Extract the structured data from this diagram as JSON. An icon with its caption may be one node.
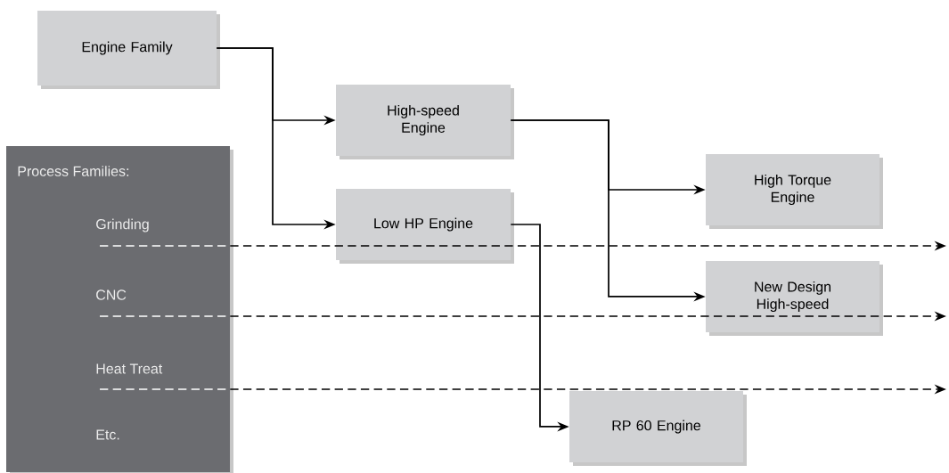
{
  "diagram": {
    "nodes": [
      {
        "text": [
          "Engine Family"
        ]
      },
      {
        "text": [
          "High-speed Engine"
        ]
      },
      {
        "text": [
          "Process Families:",
          "Grinding",
          "CNC",
          "Heat Treat",
          "Etc."
        ]
      },
      {
        "text": [
          "Low HP Engine"
        ]
      },
      {
        "text": [
          "High Torque Engine"
        ]
      },
      {
        "text": [
          "New Design High-speed"
        ]
      },
      {
        "text": [
          "RP 60 Engine"
        ]
      }
    ],
    "edges": [
      {
        "from": 0,
        "to": 1,
        "arrow": "to"
      },
      {
        "from": 0,
        "to": 3,
        "arrow": "to"
      },
      {
        "from": 1,
        "to": 4,
        "arrow": "to"
      },
      {
        "from": 1,
        "to": 5,
        "arrow": "to"
      },
      {
        "from": 3,
        "to": 6,
        "arrow": "to"
      },
      {
        "from": 2,
        "to": null,
        "arrow": "to",
        "style": "dashed"
      },
      {
        "from": 2,
        "to": null,
        "arrow": "to",
        "style": "dashed"
      },
      {
        "from": 2,
        "to": null,
        "arrow": "to",
        "style": "dashed"
      }
    ]
  }
}
